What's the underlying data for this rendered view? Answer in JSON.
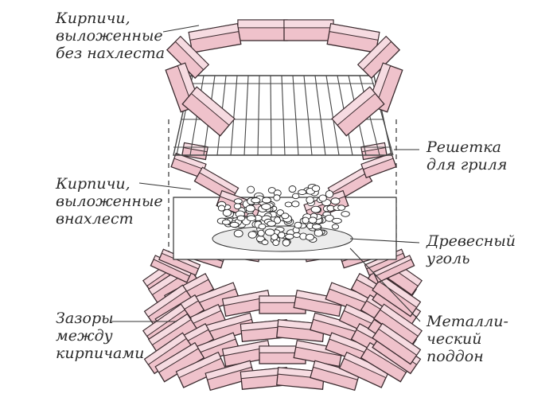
{
  "diagram": {
    "colors": {
      "brick_fill": "#efc2cb",
      "brick_stroke": "#3a2a2e",
      "brick_light": "#f6dbe1",
      "grill_stroke": "#444444",
      "charcoal_fill": "#ececec",
      "line": "#333333"
    },
    "labels": {
      "bricks_no_overlap": [
        "Кирпичи,",
        "выложенные",
        "без нахлеста"
      ],
      "bricks_overlap": [
        "Кирпичи,",
        "выложенные",
        "внахлест"
      ],
      "gaps_between_bricks": [
        "Зазоры",
        "между",
        "кирпичами"
      ],
      "grill_grate": [
        "Решетка",
        "для гриля"
      ],
      "charcoal": [
        "Древесный",
        "уголь"
      ],
      "metal_tray": [
        "Металли-",
        "ческий",
        "поддон"
      ]
    }
  }
}
